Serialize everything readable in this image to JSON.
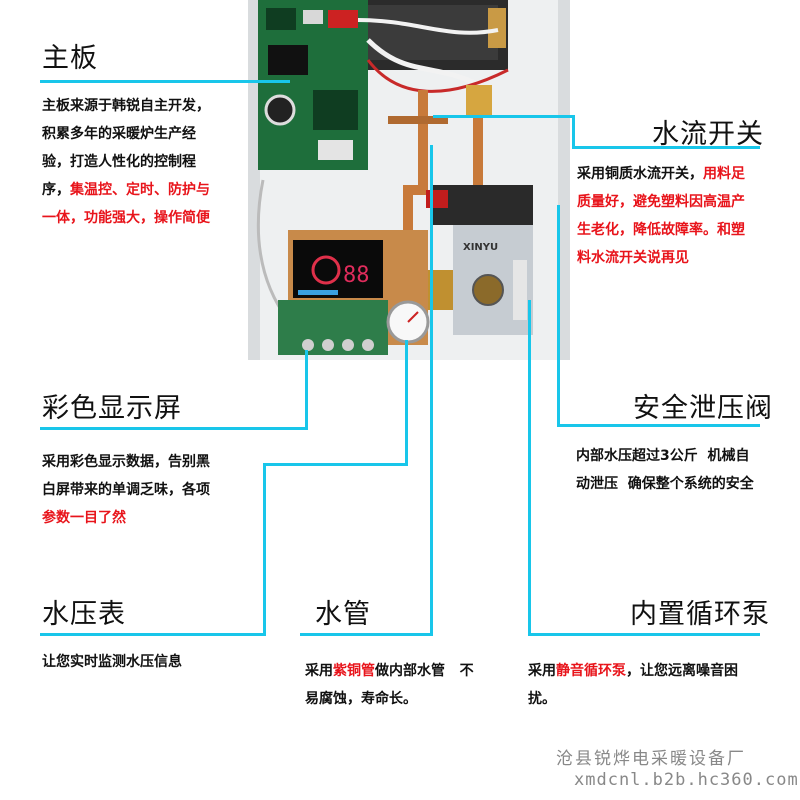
{
  "sections": {
    "mainboard": {
      "title": "主板",
      "lines": [
        {
          "parts": [
            {
              "t": "主板来源于韩锐自主开发，",
              "red": false
            }
          ]
        },
        {
          "parts": [
            {
              "t": "积累多年的采暖炉生产经",
              "red": false
            }
          ]
        },
        {
          "parts": [
            {
              "t": "验，打造人性化的控制程",
              "red": false
            }
          ]
        },
        {
          "parts": [
            {
              "t": "序，",
              "red": false
            },
            {
              "t": "集温控、定时、防护与",
              "red": true
            }
          ]
        },
        {
          "parts": [
            {
              "t": "一体，功能强大，操作简便",
              "red": true
            }
          ]
        }
      ]
    },
    "flow_switch": {
      "title": "水流开关",
      "lines": [
        {
          "parts": [
            {
              "t": "采用铜质水流开关，",
              "red": false
            },
            {
              "t": "用料足",
              "red": true
            }
          ]
        },
        {
          "parts": [
            {
              "t": "质量好，避免塑料因高温产",
              "red": true
            }
          ]
        },
        {
          "parts": [
            {
              "t": "生老化，降低故障率。和塑",
              "red": true
            }
          ]
        },
        {
          "parts": [
            {
              "t": "料水流开关说再见",
              "red": true
            }
          ]
        }
      ]
    },
    "color_display": {
      "title": "彩色显示屏",
      "lines": [
        {
          "parts": [
            {
              "t": "采用彩色显示数据，告别黑",
              "red": false
            }
          ]
        },
        {
          "parts": [
            {
              "t": "白屏带来的单调乏味，各项",
              "red": false
            }
          ]
        },
        {
          "parts": [
            {
              "t": "参数一目了然",
              "red": true
            }
          ]
        }
      ]
    },
    "relief_valve": {
      "title": "安全泄压阀",
      "lines": [
        {
          "parts": [
            {
              "t": "内部水压超过3公斤  机械自",
              "red": false
            }
          ]
        },
        {
          "parts": [
            {
              "t": "动泄压  确保整个系统的安全",
              "red": false
            }
          ]
        }
      ]
    },
    "pressure_gauge": {
      "title": "水压表",
      "lines": [
        {
          "parts": [
            {
              "t": "让您实时监测水压信息",
              "red": false
            }
          ]
        }
      ]
    },
    "water_pipe": {
      "title": "水管",
      "lines": [
        {
          "parts": [
            {
              "t": "采用",
              "red": false
            },
            {
              "t": "紫铜管",
              "red": true
            },
            {
              "t": "做内部水管   不",
              "red": false
            }
          ]
        },
        {
          "parts": [
            {
              "t": "易腐蚀，寿命长。",
              "red": false
            }
          ]
        }
      ]
    },
    "circulation_pump": {
      "title": "内置循环泵",
      "lines": [
        {
          "parts": [
            {
              "t": "采用",
              "red": false
            },
            {
              "t": "静音循环泵",
              "red": true
            },
            {
              "t": "，让您远离噪音困",
              "red": false
            }
          ]
        },
        {
          "parts": [
            {
              "t": "扰。",
              "red": false
            }
          ]
        }
      ]
    }
  },
  "photo": {
    "display_digits": "88",
    "pump_brand": "XINYU"
  },
  "watermark": {
    "company": "沧县锐烨电采暖设备厂",
    "url": "xmdcnl.b2b.hc360.com"
  },
  "colors": {
    "accent_line": "#18c6ea",
    "highlight_red": "#e8141b"
  }
}
